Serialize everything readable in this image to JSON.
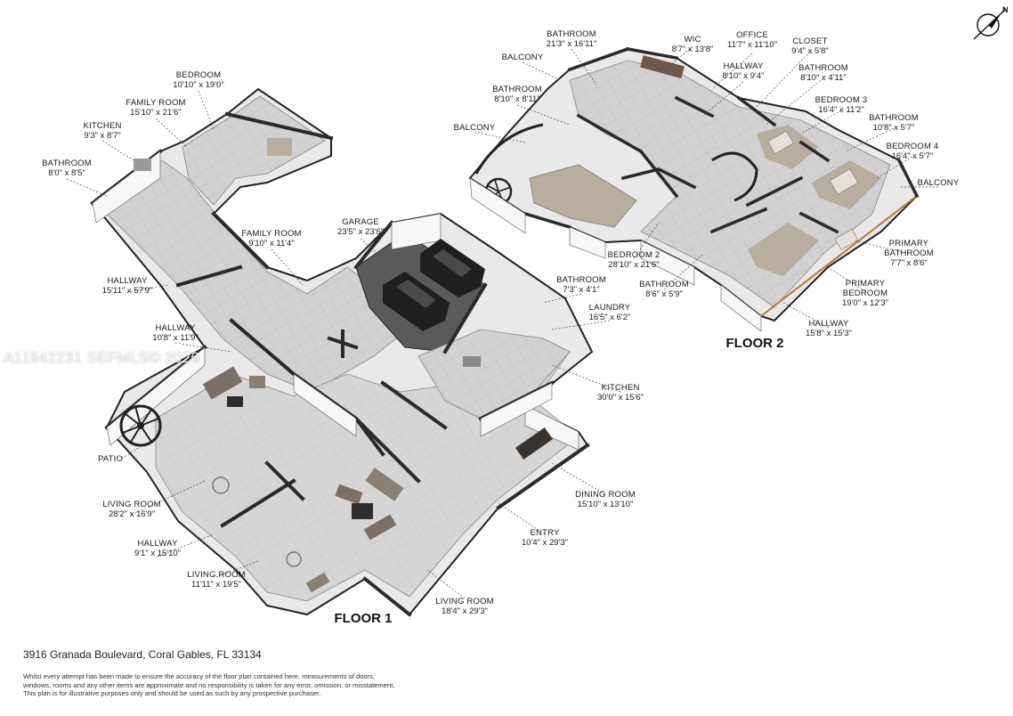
{
  "colors": {
    "floor": "#cfcfcf",
    "floor_tile": "#bdbdbd",
    "wall": "#f2f2f2",
    "wall_top": "#2a2a2a",
    "garage_floor": "#555555",
    "carpet": "#bfb6a6",
    "leader": "#444444"
  },
  "floors": {
    "floor1": {
      "title": "FLOOR 1"
    },
    "floor2": {
      "title": "FLOOR 2"
    }
  },
  "rooms": [
    {
      "name": "BEDROOM",
      "dims": "10'10\" x 19'0\""
    },
    {
      "name": "FAMILY ROOM",
      "dims": "15'10\" x 21'6\""
    },
    {
      "name": "KITCHEN",
      "dims": "9'3\" x 8'7\""
    },
    {
      "name": "BATHROOM",
      "dims": "8'0\" x 8'5\""
    },
    {
      "name": "FAMILY ROOM",
      "dims": "9'10\" x 11'4\""
    },
    {
      "name": "GARAGE",
      "dims": "23'5\" x 23'6\""
    },
    {
      "name": "HALLWAY",
      "dims": "15'11\" x 57'9\""
    },
    {
      "name": "HALLWAY",
      "dims": "10'8\" x 11'9\""
    },
    {
      "name": "BATHROOM",
      "dims": "7'3\" x 4'1\""
    },
    {
      "name": "LAUNDRY",
      "dims": "16'5\" x 6'2\""
    },
    {
      "name": "KITCHEN",
      "dims": "30'0\" x 15'6\""
    },
    {
      "name": "PATIO",
      "dims": ""
    },
    {
      "name": "LIVING ROOM",
      "dims": "28'2\" x 16'9\""
    },
    {
      "name": "DINING ROOM",
      "dims": "15'10\" x 13'10\""
    },
    {
      "name": "ENTRY",
      "dims": "10'4\" x 29'3\""
    },
    {
      "name": "HALLWAY",
      "dims": "9'1\" x 15'10\""
    },
    {
      "name": "LIVING ROOM",
      "dims": "11'11\" x 19'5\""
    },
    {
      "name": "LIVING ROOM",
      "dims": "18'4\" x 29'3\""
    },
    {
      "name": "BATHROOM",
      "dims": "21'3\" x 16'11\""
    },
    {
      "name": "WIC",
      "dims": "8'7\" x 13'8\""
    },
    {
      "name": "OFFICE",
      "dims": "11'7\" x 11'10\""
    },
    {
      "name": "CLOSET",
      "dims": "9'4\" x 5'8\""
    },
    {
      "name": "BALCONY",
      "dims": ""
    },
    {
      "name": "HALLWAY",
      "dims": "8'10\" x 9'4\""
    },
    {
      "name": "BATHROOM",
      "dims": "8'10\" x 4'11\""
    },
    {
      "name": "BATHROOM",
      "dims": "8'10\" x 8'11\""
    },
    {
      "name": "BEDROOM 3",
      "dims": "16'4\" x 11'2\""
    },
    {
      "name": "BATHROOM",
      "dims": "10'8\" x 5'7\""
    },
    {
      "name": "BALCONY",
      "dims": ""
    },
    {
      "name": "BEDROOM 4",
      "dims": "16'4\" x 5'7\""
    },
    {
      "name": "BALCONY",
      "dims": ""
    },
    {
      "name": "PRIMARY",
      "dims": "BATHROOM"
    },
    {
      "name": "BEDROOM 2",
      "dims": "28'10\" x 21'6\""
    },
    {
      "name": "BATHROOM",
      "dims": "8'6\" x 5'9\""
    },
    {
      "name": "PRIMARY",
      "dims": "BEDROOM"
    },
    {
      "name": "HALLWAY",
      "dims": "15'8\" x 15'3\""
    }
  ],
  "room_extra": {
    "primary_bathroom_dims": "7'7\" x 8'6\"",
    "primary_bedroom_dims": "19'0\" x 12'3\""
  },
  "compass": {
    "label": "N"
  },
  "watermark": "A11942231  SEFMLS© 2026",
  "footer": {
    "address": "3916 Granada Boulevard, Coral Gables, FL 33134",
    "disclaimer": [
      "Whilst every attempt has been made to ensure the accuracy of the floor plan contained here, measurements of doors,",
      "windows, rooms and any other items are approximate and no responsibility is taken for any error, omission, or misstatement.",
      "This plan is for illustrative purposes only and should be used as such by any prospective purchaser."
    ]
  }
}
